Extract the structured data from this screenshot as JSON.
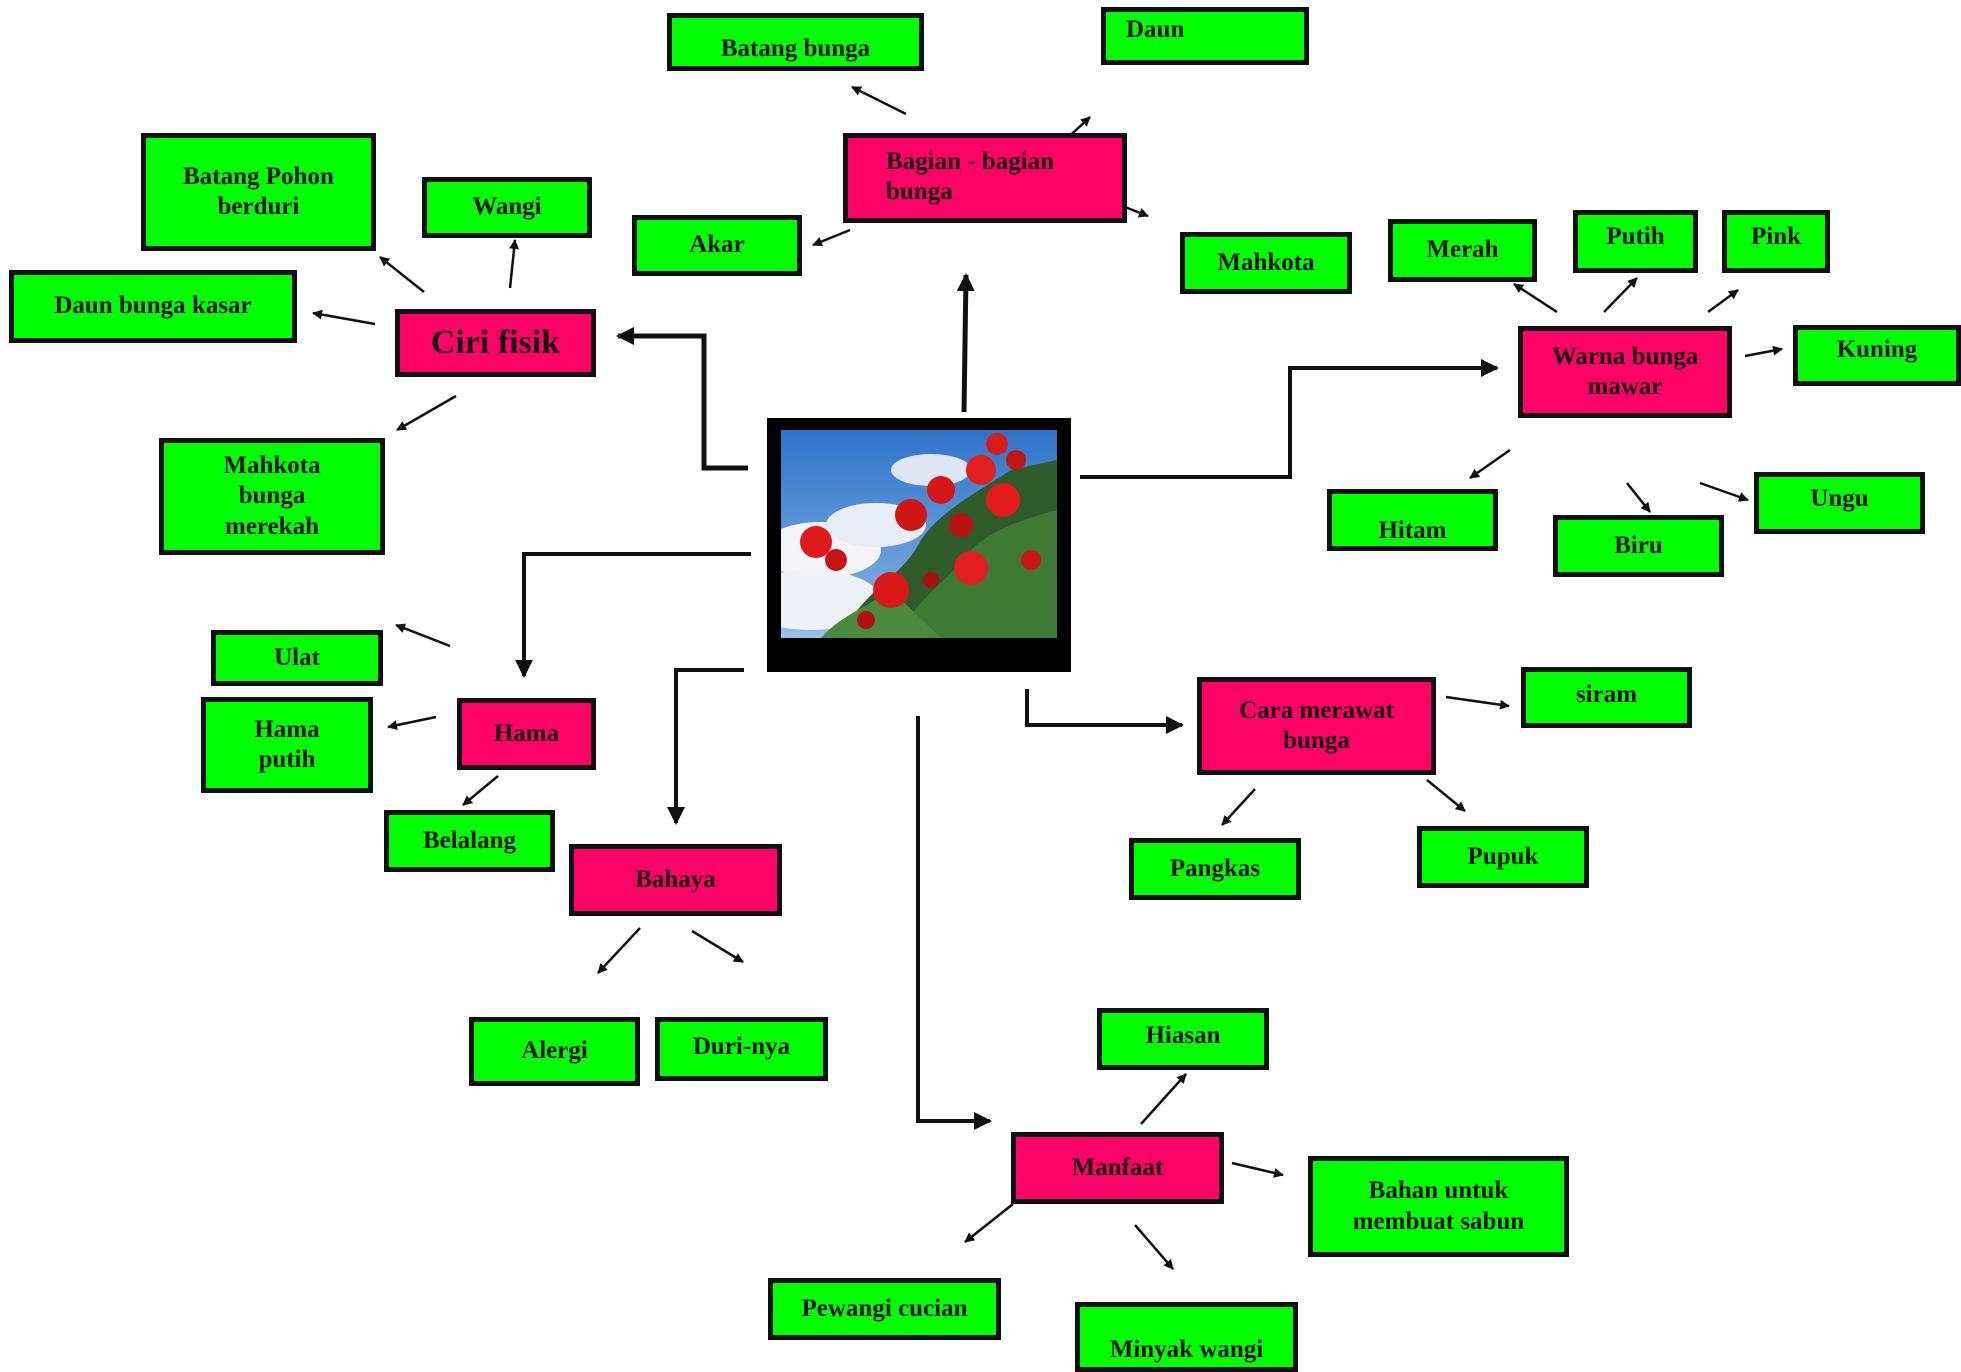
{
  "colors": {
    "leaf": "#00ff00",
    "topic": "#ff0066",
    "border": "#111111"
  },
  "central": {
    "image": "red-roses-against-blue-sky-photo"
  },
  "topics": {
    "ciri_fisik": "Ciri fisik",
    "bagian_bunga": "Bagian - bagian\nbunga",
    "warna": "Warna bunga\nmawar",
    "hama": "Hama",
    "bahaya": "Bahaya",
    "cara_merawat": "Cara merawat\nbunga",
    "manfaat": "Manfaat"
  },
  "leaves": {
    "batang_pohon": "Batang Pohon\nberduri",
    "wangi": "Wangi",
    "daun_kasar": "Daun bunga  kasar",
    "mahkota_merekah": "Mahkota\nbunga\nmerekah",
    "batang_bunga": "Batang bunga",
    "daun": "Daun",
    "akar": "Akar",
    "mahkota": "Mahkota",
    "merah": "Merah",
    "putih": "Putih",
    "pink": "Pink",
    "kuning": "Kuning",
    "hitam": "Hitam",
    "biru": "Biru",
    "ungu": "Ungu",
    "ulat": "Ulat",
    "hama_putih": "Hama\nputih",
    "belalang": "Belalang",
    "alergi": "Alergi",
    "duri": "Duri-nya",
    "siram": "siram",
    "pangkas": "Pangkas",
    "pupuk": "Pupuk",
    "hiasan": "Hiasan",
    "sabun": "Bahan untuk\nmembuat sabun",
    "pewangi": "Pewangi cucian",
    "minyak": "Minyak wangi"
  }
}
